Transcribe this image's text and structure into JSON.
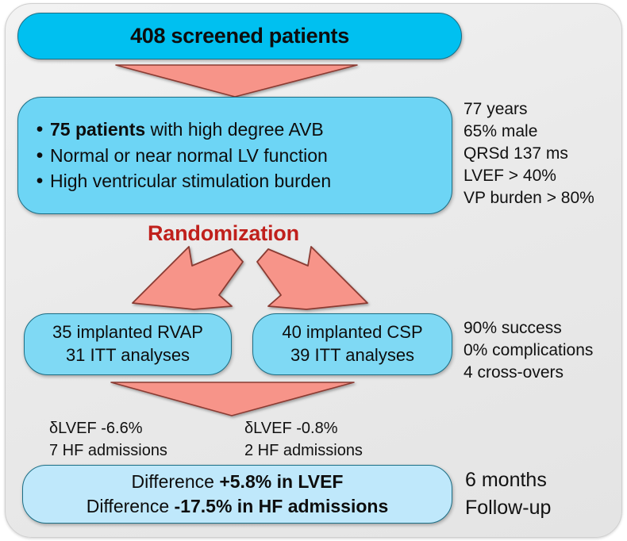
{
  "diagram": {
    "title_node": {
      "label": "408 screened patients"
    },
    "criteria_node": {
      "bullet_marker": "•",
      "items": [
        {
          "bold_prefix": "75 patients",
          "rest": " with high degree AVB"
        },
        {
          "bold_prefix": "",
          "rest": "Normal or near normal LV function"
        },
        {
          "bold_prefix": "",
          "rest": "High ventricular stimulation burden"
        }
      ]
    },
    "demographics_note": {
      "lines": [
        "77 years",
        "65% male",
        "QRSd 137 ms",
        "LVEF > 40%",
        "VP burden > 80%"
      ]
    },
    "randomization_label": "Randomization",
    "arms": [
      {
        "name": "rvap",
        "line1": "35 implanted RVAP",
        "line2": "31 ITT analyses"
      },
      {
        "name": "csp",
        "line1": "40 implanted CSP",
        "line2": "39 ITT analyses"
      }
    ],
    "procedure_note": {
      "lines": [
        "90% success",
        "0% complications",
        "4 cross-overs"
      ]
    },
    "outcomes": [
      {
        "name": "rvap",
        "line1": "δLVEF -6.6%",
        "line2": "7 HF admissions"
      },
      {
        "name": "csp",
        "line1": "δLVEF -0.8%",
        "line2": "2 HF admissions"
      }
    ],
    "conclusion_node": {
      "line1_prefix": "Difference ",
      "line1_bold": "+5.8% in LVEF",
      "line2_prefix": "Difference ",
      "line2_bold": "-17.5% in HF admissions"
    },
    "followup_note": {
      "line1": "6 months",
      "line2": "Follow-up"
    },
    "colors": {
      "panel_background": "#eaeaea",
      "screened_box": "#00c0f0",
      "criteria_box": "#6dd5f5",
      "arm_box": "#7fd9f4",
      "conclusion_box": "#bfe8fb",
      "arrow_fill": "#f79489",
      "arrow_stroke": "#8a3b33",
      "randomization_text": "#c0201c",
      "box_border": "#1c6f86"
    }
  }
}
